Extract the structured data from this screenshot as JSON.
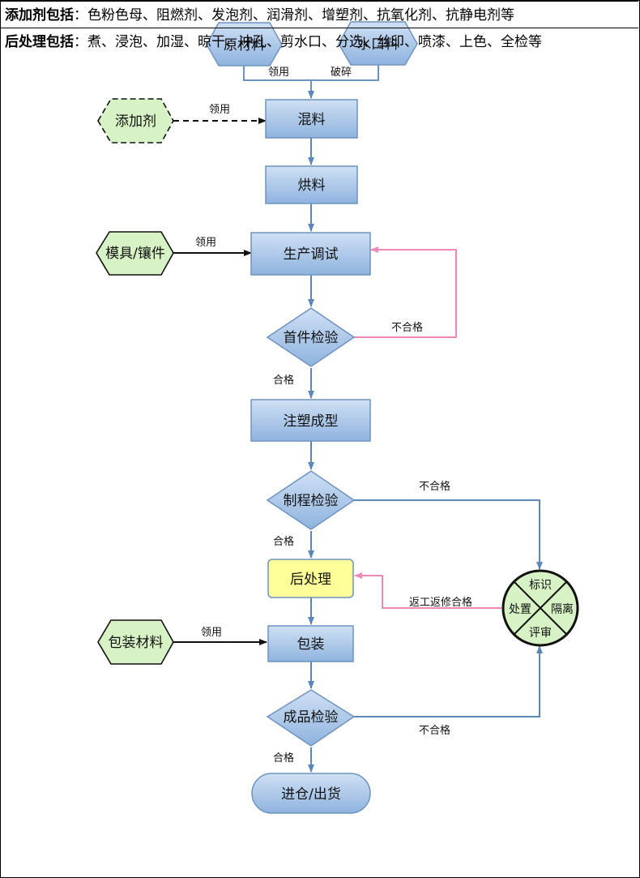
{
  "nodes": {
    "raw_material": "原材料",
    "sprue": "水口料",
    "additive": "添加剂",
    "mixing": "混料",
    "drying": "烘料",
    "mold": "模具/镶件",
    "trial": "生产调试",
    "first_inspect": "首件检验",
    "molding": "注塑成型",
    "process_inspect": "制程检验",
    "post_process": "后处理",
    "pack_material": "包装材料",
    "packing": "包装",
    "final_inspect": "成品检验",
    "warehouse": "进仓/出货"
  },
  "edges": {
    "receive_raw": "领用",
    "crush": "破碎",
    "receive_additive": "领用",
    "receive_mold": "领用",
    "fail_first": "不合格",
    "pass_first": "合格",
    "fail_process": "不合格",
    "pass_process": "合格",
    "rework_pass": "返工返修合格",
    "receive_pack": "领用",
    "fail_final": "不合格",
    "pass_final": "合格"
  },
  "disposition": {
    "top": "标识",
    "left": "处置",
    "right": "隔离",
    "bottom": "评审"
  },
  "notes": [
    {
      "label": "添加剂包括",
      "sep": "：",
      "text": "色粉色母、阻燃剂、发泡剂、润滑剂、增塑剂、抗氧化剂、抗静电剂等"
    },
    {
      "label": "后处理包括",
      "sep": "：",
      "text": "煮、浸泡、加湿、晾干、冲孔、剪水口、分选、丝印、喷漆、上色、全检等"
    }
  ],
  "colors": {
    "box_fill_top": "#c6d9f1",
    "box_fill_bottom": "#8eb4e3",
    "box_stroke": "#6f93bf",
    "highlight_fill": "#ffff99",
    "green_fill": "#d7f2c4",
    "arrow_blue": "#5b87b6",
    "arrow_pink": "#ee88b8"
  }
}
